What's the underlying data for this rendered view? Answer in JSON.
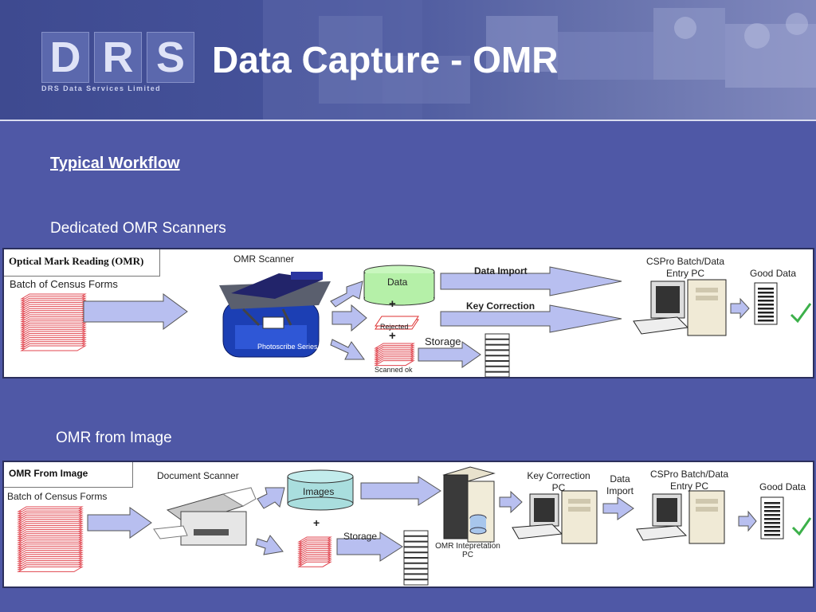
{
  "header": {
    "logo_text": "DRS",
    "logo_letters": [
      "D",
      "R",
      "S"
    ],
    "logo_tagline": "DRS Data Services Limited",
    "title": "Data Capture - OMR"
  },
  "subheading": "Typical Workflow",
  "section1": {
    "heading": "Dedicated OMR Scanners",
    "box_title": "Optical Mark Reading (OMR)",
    "batch_label": "Batch of Census Forms",
    "scanner_label": "OMR Scanner",
    "scanner_brand": "Photoscribe Series",
    "data_label": "Data",
    "rejected_label": "Rejected",
    "scanned_label": "Scanned ok",
    "storage_label": "Storage",
    "data_import_label": "Data Import",
    "key_correction_label": "Key Correction",
    "pc_label_line1": "CSPro Batch/Data",
    "pc_label_line2": "Entry PC",
    "good_data_label": "Good Data",
    "plus": "+"
  },
  "section2": {
    "heading": "OMR from Image",
    "box_title": "OMR From Image",
    "batch_label": "Batch of Census Forms",
    "scanner_label": "Document Scanner",
    "images_label": "Images",
    "storage_label": "Storage",
    "interp_line1": "OMR Intepretation",
    "interp_line2": "PC",
    "keycorr_line1": "Key Correction",
    "keycorr_line2": "PC",
    "data_import_line1": "Data",
    "data_import_line2": "Import",
    "pc_label_line1": "CSPro Batch/Data",
    "pc_label_line2": "Entry PC",
    "good_data_label": "Good Data",
    "plus": "+"
  },
  "colors": {
    "background": "#4f58a6",
    "arrow_fill": "#b8bff0",
    "cylinder_fill": "#b5f0a8",
    "images_cylinder_fill": "#a9dede",
    "forms_stack": "#e0454f"
  }
}
